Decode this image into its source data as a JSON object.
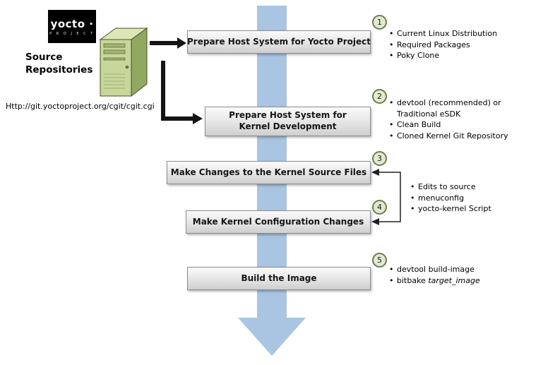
{
  "logo": {
    "brand": "yocto ·",
    "project": "P R O J E C T"
  },
  "source": {
    "line1": "Source",
    "line2": "Repositories",
    "url": "Http://git.yoctoproject.org/cgit/cgit.cgi"
  },
  "colors": {
    "flow_arrow_blue": "#a9c5e1",
    "box_fill": "#e0e0e0",
    "box_border": "#8c8c8c",
    "circle_fill": "#e1e9cf",
    "circle_border": "#6d7c50",
    "computer_green": "#c7d79a",
    "logo_bg": "#000000",
    "connector_black": "#141414"
  },
  "steps": [
    {
      "num": "1",
      "title": "Prepare Host System for Yocto Project",
      "bullets": [
        "Current Linux Distribution",
        "Required Packages",
        "Poky Clone"
      ]
    },
    {
      "num": "2",
      "title": "Prepare Host System for Kernel Development",
      "bullets": [
        "devtool (recommended) or",
        "Traditional eSDK",
        "Clean Build",
        "Cloned Kernel Git Repository"
      ]
    },
    {
      "num": "3",
      "title": "Make Changes to the Kernel Source Files"
    },
    {
      "num": "4",
      "title": "Make Kernel Configuration Changes"
    },
    {
      "num": "5",
      "title": "Build the Image",
      "bullets": [
        "devtool build-image"
      ],
      "bullets_code": "bitbake ",
      "bullets_italic": "target_image"
    }
  ],
  "shared_bullets": [
    "Edits to source",
    "menuconfig",
    "yocto-kernel Script"
  ]
}
